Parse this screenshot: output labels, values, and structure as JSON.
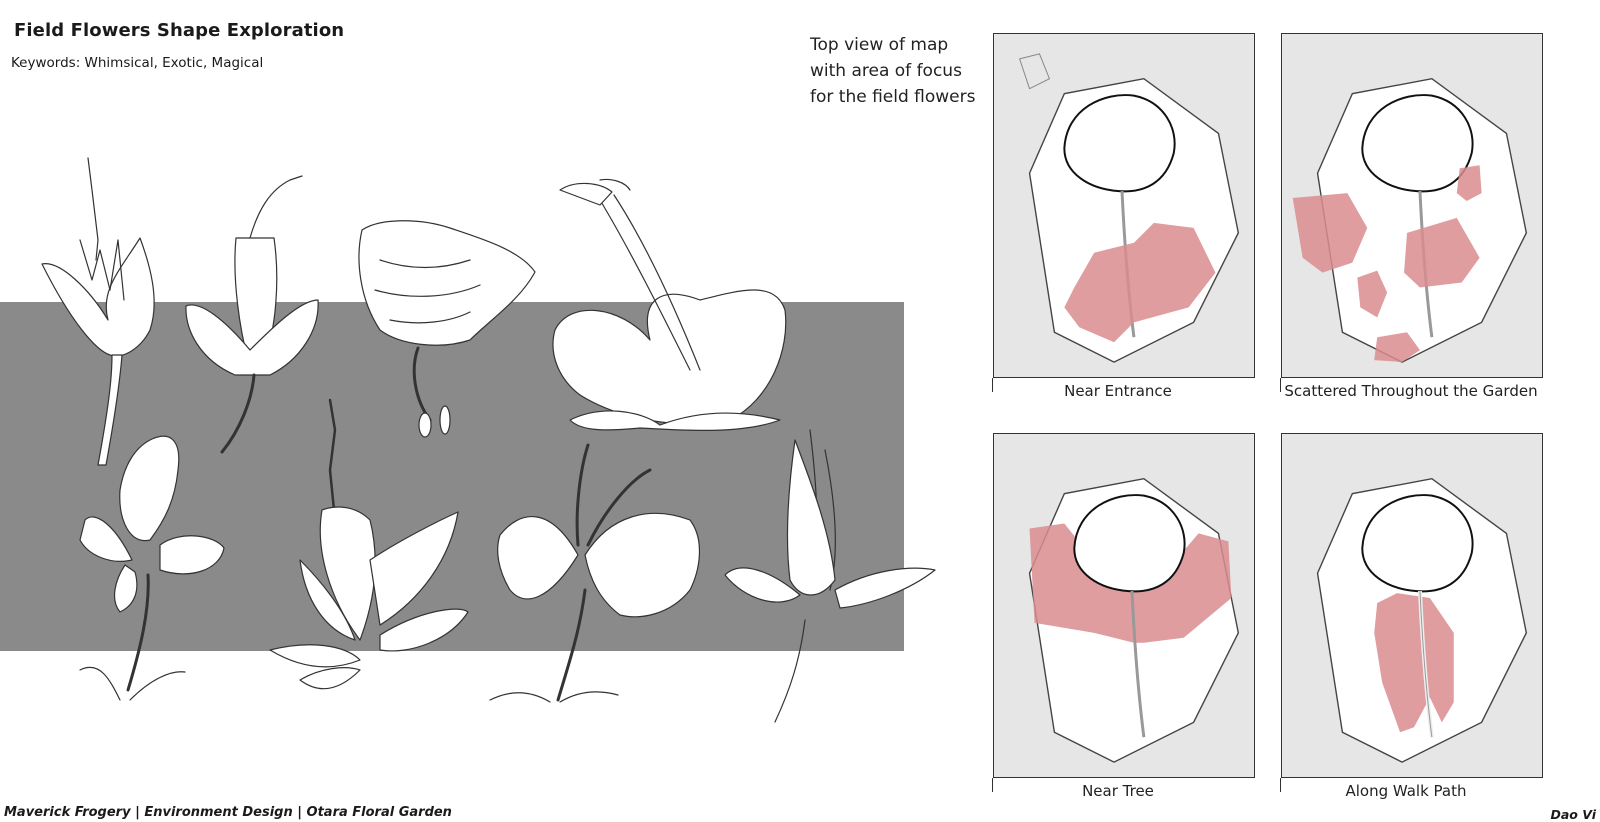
{
  "header": {
    "title": "Field Flowers Shape Exploration",
    "keywords": "Keywords: Whimsical, Exotic, Magical"
  },
  "map_section": {
    "caption_lines": [
      "Top view of map",
      "with area of focus",
      "for the field flowers"
    ],
    "panels": [
      {
        "label": "Near Entrance",
        "highlight": "near-entrance"
      },
      {
        "label": "Scattered Throughout the Garden",
        "highlight": "scattered"
      },
      {
        "label": "Near Tree",
        "highlight": "near-tree"
      },
      {
        "label": "Along Walk Path",
        "highlight": "walk-path"
      }
    ],
    "colors": {
      "highlight": "#d98c8e",
      "ground": "#e6e6e6",
      "plot": "#ffffff",
      "line": "#444444"
    }
  },
  "sketches": {
    "background_block_color": "#8a8a8a",
    "flower_count": 8
  },
  "footer": {
    "credits": "Maverick Frogery | Environment Design | Otara Floral Garden",
    "author": "Dao Vi"
  }
}
